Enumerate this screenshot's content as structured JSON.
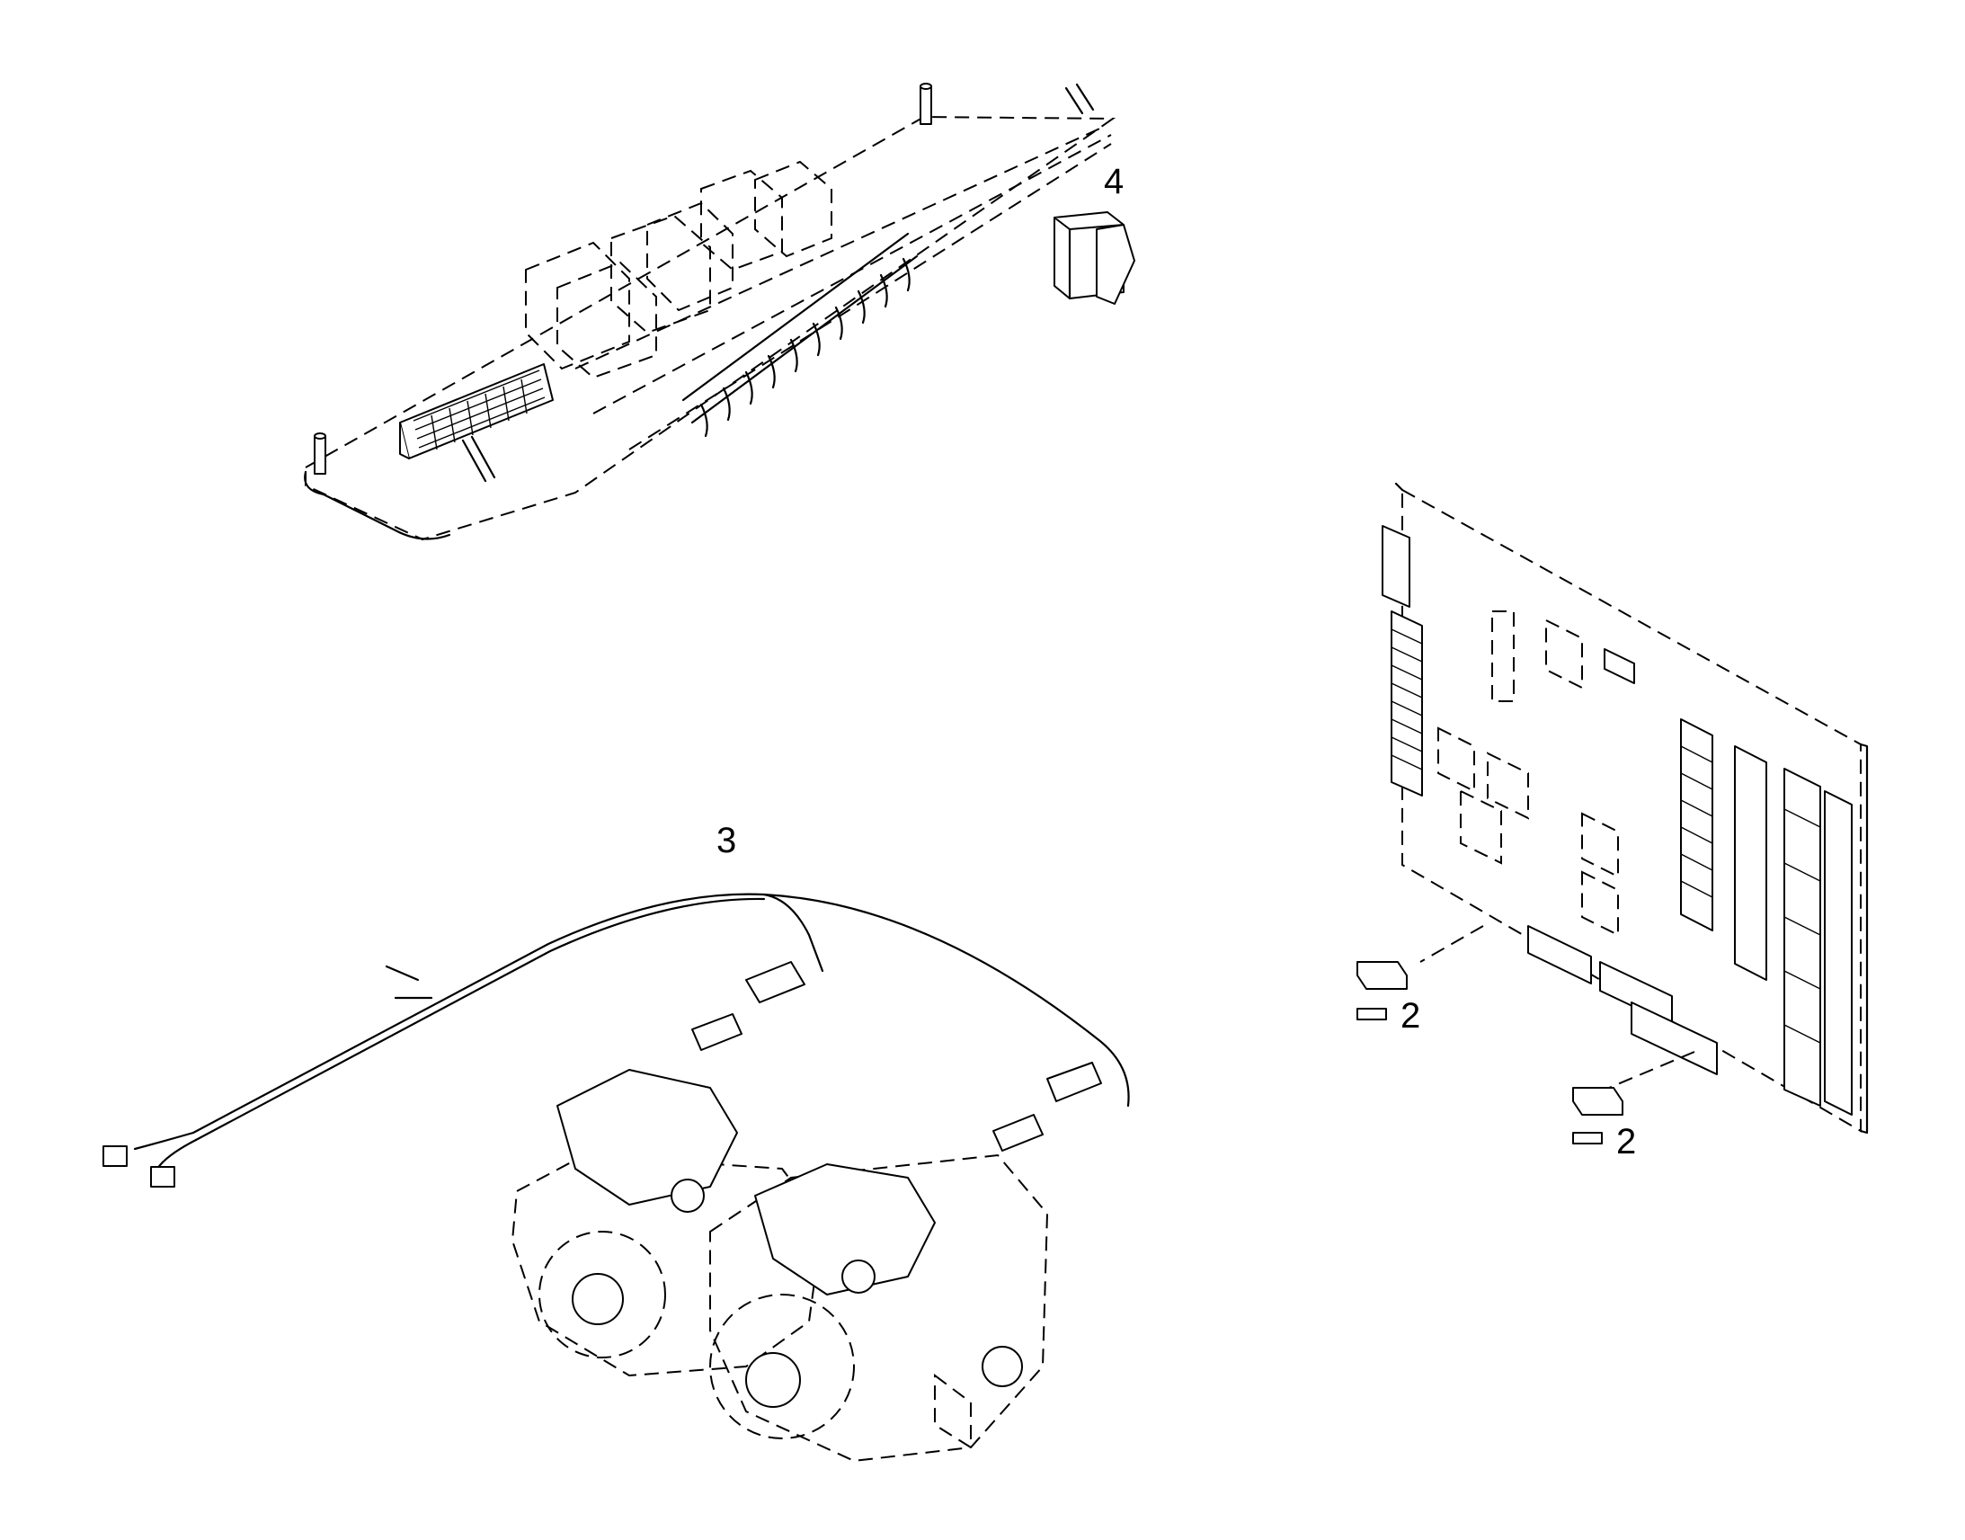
{
  "callouts": {
    "switch": "4",
    "harness": "3",
    "fuse_upper": "2",
    "fuse_lower": "2"
  },
  "colors": {
    "line": "#000000",
    "background": "#ffffff"
  }
}
